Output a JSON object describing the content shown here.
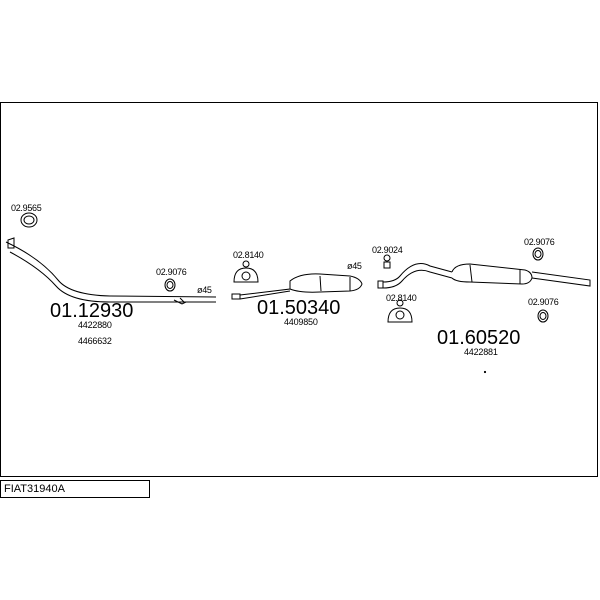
{
  "diagram_code": "FIAT31940A",
  "sections": [
    {
      "part_number": "01.12930",
      "oem_numbers": [
        "4422880",
        "4466632"
      ]
    },
    {
      "part_number": "01.50340",
      "oem_numbers": [
        "4409850"
      ]
    },
    {
      "part_number": "01.60520",
      "oem_numbers": [
        "4422881"
      ]
    }
  ],
  "fittings": {
    "clamp_front": "02.9565",
    "hanger_a": "02.9076",
    "mount_a": "02.8140",
    "mount_b": "02.9024",
    "mount_c": "02.8140",
    "hanger_b": "02.9076",
    "hanger_c": "02.9076"
  },
  "diameters": {
    "joint_1": "ø45",
    "joint_2": "ø45"
  }
}
